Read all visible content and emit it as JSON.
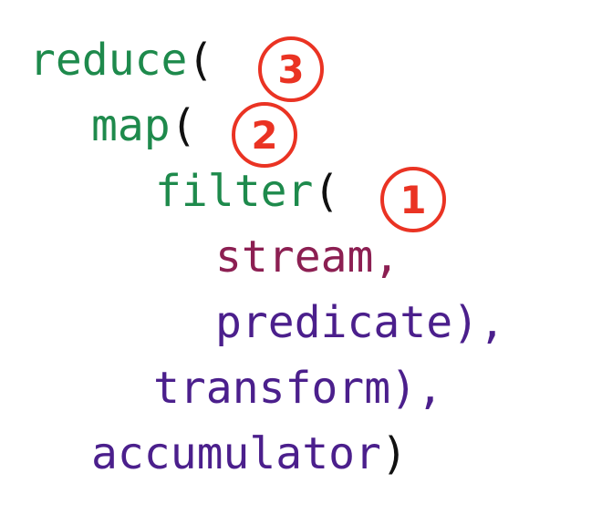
{
  "lines": {
    "reduce": {
      "fn": "reduce",
      "open": "("
    },
    "map": {
      "fn": "map",
      "open": "("
    },
    "filter": {
      "fn": "filter",
      "open": "("
    },
    "stream": {
      "arg": "stream",
      "punct": ","
    },
    "predicate": {
      "arg": "predicate",
      "punct": "),"
    },
    "transform": {
      "arg": "transform",
      "punct": "),"
    },
    "accumulator": {
      "arg": "accumulator",
      "punct": ")"
    }
  },
  "badges": {
    "reduce": "3",
    "map": "2",
    "filter": "1"
  },
  "colors": {
    "function": "#1e8a4c",
    "stream": "#8c1f52",
    "argument": "#4b1f8c",
    "punctuation": "#111111",
    "badge": "#ea3323"
  }
}
